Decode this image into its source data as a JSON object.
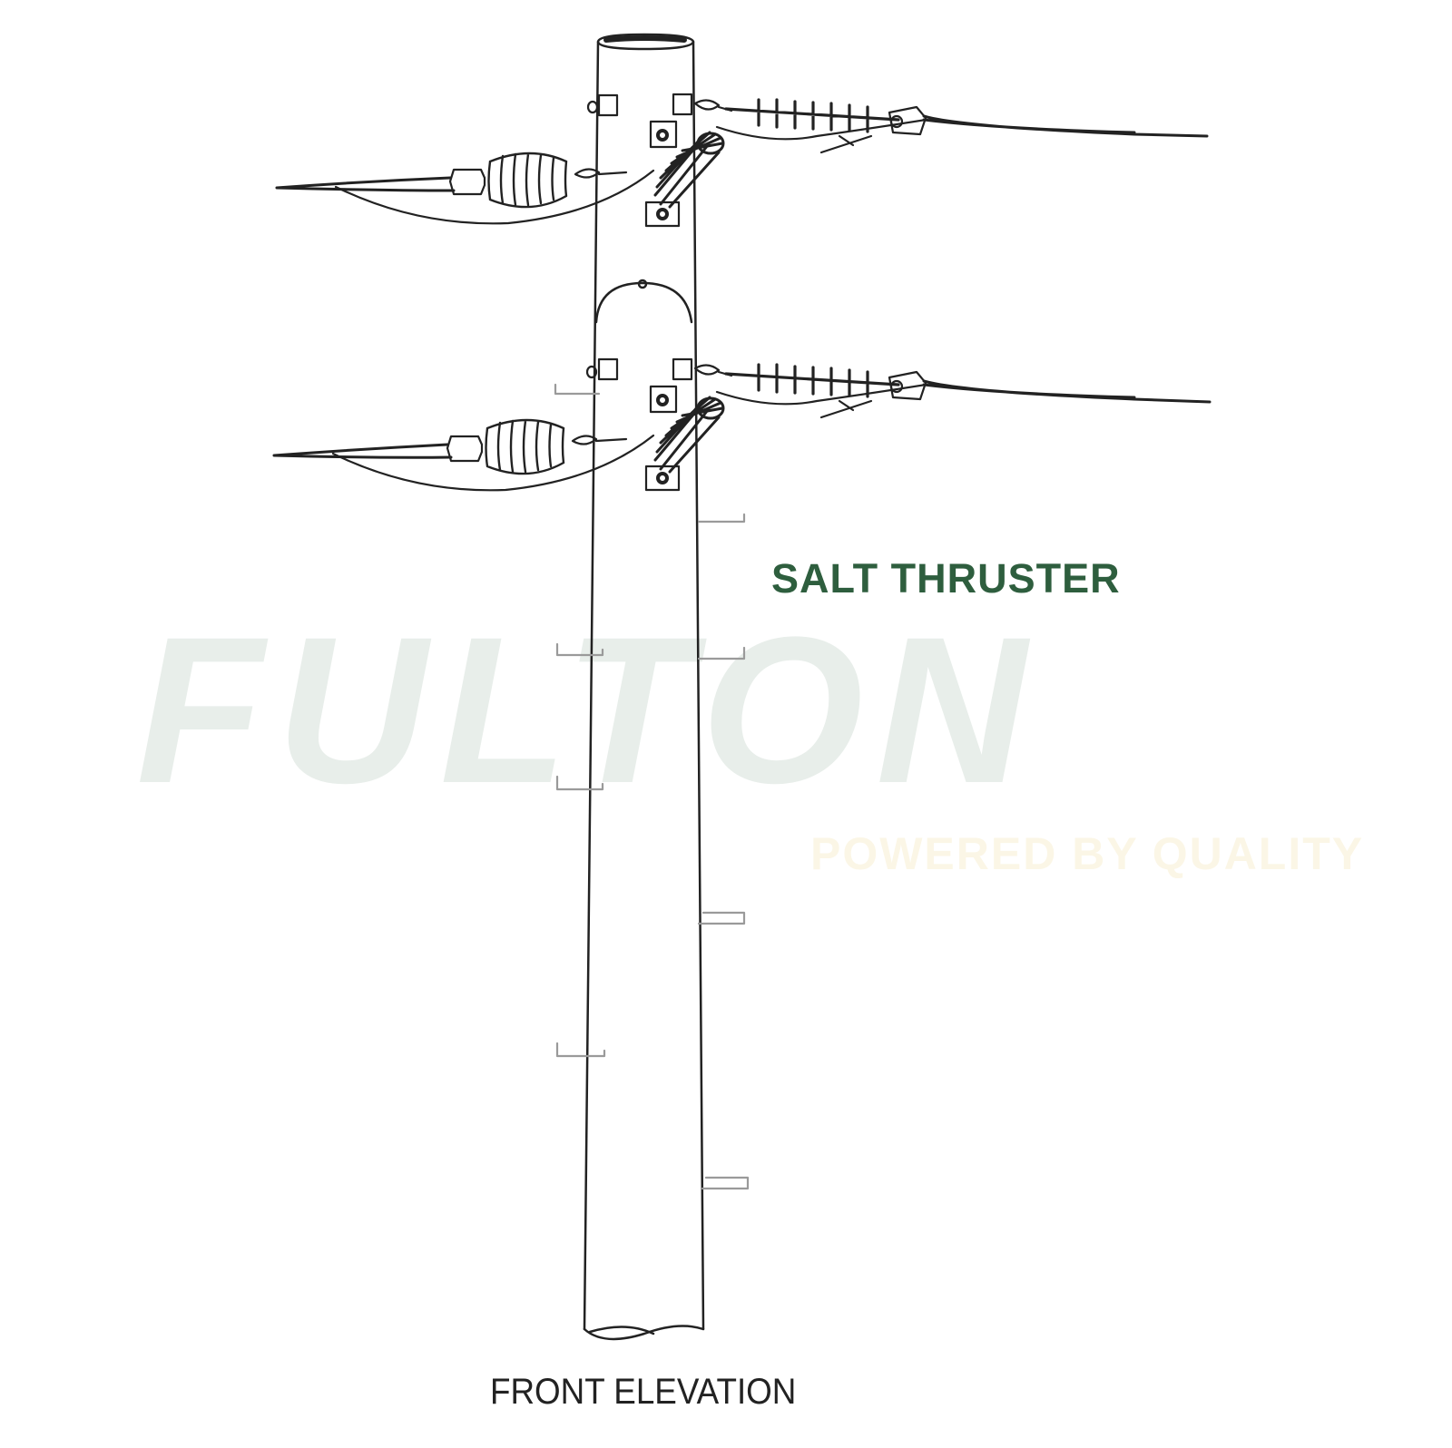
{
  "watermark": {
    "brand": "FULTON",
    "tagline": "POWERED BY QUALITY",
    "brand_color": "#e8eeea",
    "tagline_color": "#fbf6e6"
  },
  "product": {
    "title": "SALT THRUSTER",
    "title_color": "#2e5e3e"
  },
  "drawing": {
    "caption": "FRONT ELEVATION",
    "line_color": "#222222",
    "step_color": "#9a9a9a"
  }
}
